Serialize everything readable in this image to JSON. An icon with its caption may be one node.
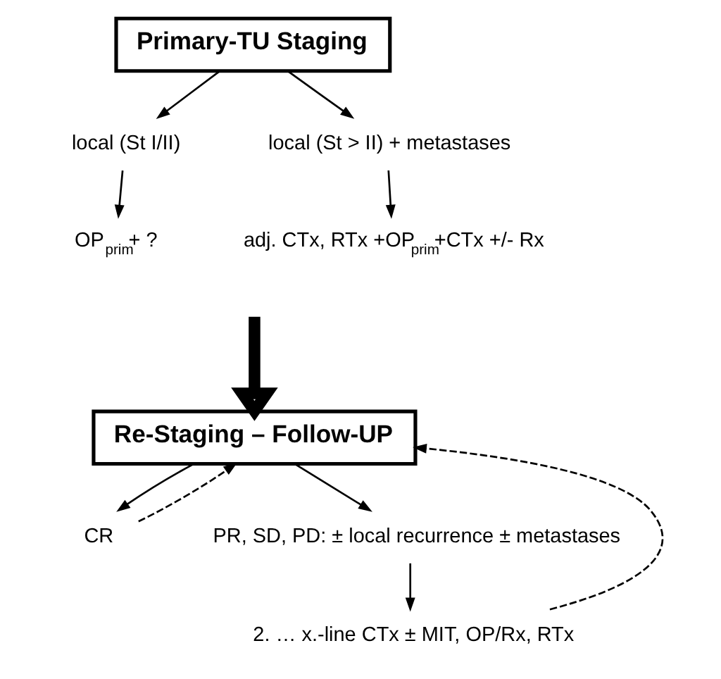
{
  "diagram": {
    "nodes": [
      {
        "text": [
          "Primary-TU Staging"
        ]
      },
      {
        "text": [
          "local (St I/II)"
        ]
      },
      {
        "text": [
          "local (St > II) + metastases"
        ]
      },
      {
        "text": [
          "OP$_{prim}$+ ?"
        ]
      },
      {
        "text": [
          "adj. CTx, RTx +OP$_{prim}$+CTx +/- Rx"
        ]
      },
      {
        "text": [
          "Re-Staging – Follow-UP"
        ]
      },
      {
        "text": [
          "CR"
        ]
      },
      {
        "text": [
          "PR, SD, PD: ± local recurrence ± metastases"
        ]
      },
      {
        "text": [
          "2. … x.-line CTx ± MIT, OP/Rx, RTx"
        ]
      }
    ],
    "edges": [
      {
        "from": 0,
        "to": 1,
        "arrow": "to"
      },
      {
        "from": 0,
        "to": 2,
        "arrow": "to"
      },
      {
        "from": 1,
        "to": 3,
        "arrow": "to"
      },
      {
        "from": 2,
        "to": 4,
        "arrow": "to"
      },
      {
        "from": null,
        "to": 5,
        "arrow": "to",
        "style": "thick"
      },
      {
        "from": 5,
        "to": 6,
        "arrow": "to"
      },
      {
        "from": 5,
        "to": 7,
        "arrow": "to"
      },
      {
        "from": 7,
        "to": 8,
        "arrow": "to"
      },
      {
        "from": 6,
        "to": 5,
        "arrow": "to",
        "style": "dashed"
      },
      {
        "from": 8,
        "to": 5,
        "arrow": "to",
        "style": "dashed"
      }
    ]
  }
}
